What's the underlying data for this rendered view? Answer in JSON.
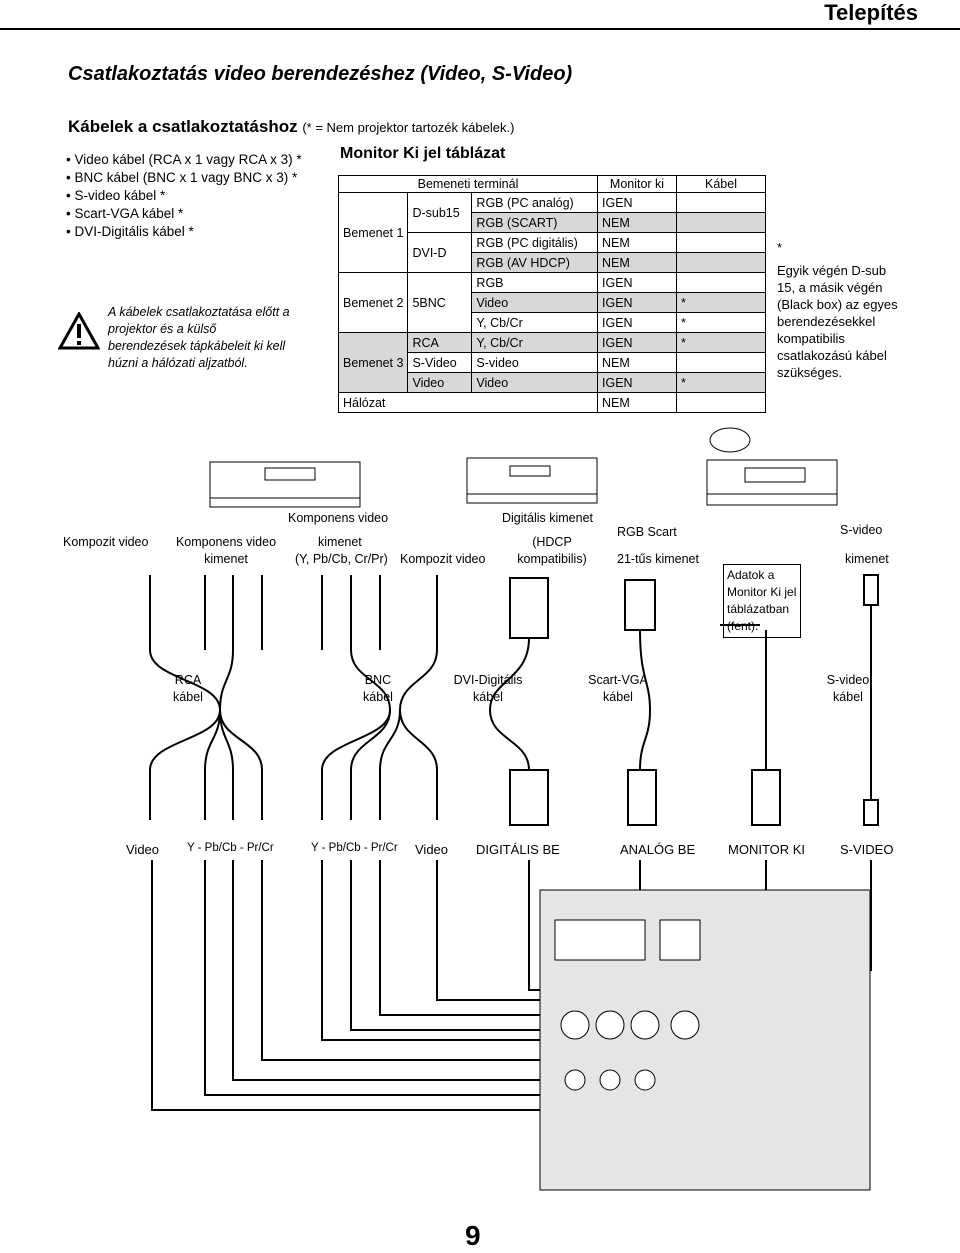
{
  "header": {
    "section": "Telepítés"
  },
  "section_title": "Csatlakoztatás video berendezéshez (Video, S-Video)",
  "cables_title": "Kábelek a csatlakoztatáshoz",
  "cables_note": "(* = Nem projektor tartozék kábelek.)",
  "cable_list": [
    "Video kábel (RCA x 1 vagy RCA x 3) *",
    "BNC kábel (BNC x 1 vagy BNC x 3) *",
    "S-video kábel *",
    "Scart-VGA kábel *",
    "DVI-Digitális kábel *"
  ],
  "warning_text": "A kábelek csatlakoztatása előtt a projektor és a külső berendezések tápkábeleit ki kell húzni a hálózati aljzatból.",
  "monitor_table": {
    "title": "Monitor Ki jel táblázat",
    "headers": [
      "Bemeneti terminál",
      "Monitor ki",
      "Kábel"
    ],
    "rows": [
      {
        "group": "Bemenet 1",
        "terminal": "D-sub15",
        "signal": "RGB (PC analóg)",
        "monitor": "IGEN",
        "cable": ""
      },
      {
        "group": "",
        "terminal": "",
        "signal": "RGB (SCART)",
        "monitor": "NEM",
        "cable": ""
      },
      {
        "group": "",
        "terminal": "DVI-D",
        "signal": "RGB (PC digitális)",
        "monitor": "NEM",
        "cable": ""
      },
      {
        "group": "",
        "terminal": "",
        "signal": "RGB (AV HDCP)",
        "monitor": "NEM",
        "cable": ""
      },
      {
        "group": "Bemenet 2",
        "terminal": "5BNC",
        "signal": "RGB",
        "monitor": "IGEN",
        "cable": ""
      },
      {
        "group": "",
        "terminal": "",
        "signal": "Video",
        "monitor": "IGEN",
        "cable": "*"
      },
      {
        "group": "",
        "terminal": "",
        "signal": "Y, Cb/Cr",
        "monitor": "IGEN",
        "cable": "*"
      },
      {
        "group": "Bemenet 3",
        "terminal": "RCA",
        "signal": "Y, Cb/Cr",
        "monitor": "IGEN",
        "cable": "*"
      },
      {
        "group": "",
        "terminal": "S-Video",
        "signal": "S-video",
        "monitor": "NEM",
        "cable": ""
      },
      {
        "group": "",
        "terminal": "Video",
        "signal": "Video",
        "monitor": "IGEN",
        "cable": "*"
      },
      {
        "group": "Hálózat",
        "terminal": "",
        "signal": "",
        "monitor": "NEM",
        "cable": ""
      }
    ]
  },
  "star_note": "Egyik végén D-sub 15, a másik végén (Black box) az egyes berendezésekkel kompatibilis csatlakozású kábel szükséges.",
  "device_labels": {
    "kompozit": "Kompozit video",
    "komponens": "Komponens video kimenet",
    "komponens2_a": "Komponens video",
    "komponens2_b": "kimenet",
    "komponens2_c": "(Y, Pb/Cb, Cr/Pr)",
    "kompozit2": "Kompozit video",
    "digitalis_a": "Digitális kimenet",
    "digitalis_b": "(HDCP kompatibilis)",
    "rgb_scart_a": "RGB Scart",
    "rgb_scart_b": "21-tűs kimenet",
    "svideo_a": "S-video",
    "svideo_b": "kimenet",
    "adatok": "Adatok a Monitor Ki jel táblázatban (fent)."
  },
  "cable_names": {
    "rca": "RCA kábel",
    "bnc": "BNC kábel",
    "dvi": "DVI-Digitális kábel",
    "scart": "Scart-VGA kábel",
    "svideo": "S-video kábel"
  },
  "port_labels": [
    "Video",
    "Y - Pb/Cb - Pr/Cr",
    "Y - Pb/Cb - Pr/Cr",
    "Video",
    "DIGITÁLIS BE",
    "ANALÓG BE",
    "MONITOR KI",
    "S-VIDEO"
  ],
  "page_number": "9"
}
